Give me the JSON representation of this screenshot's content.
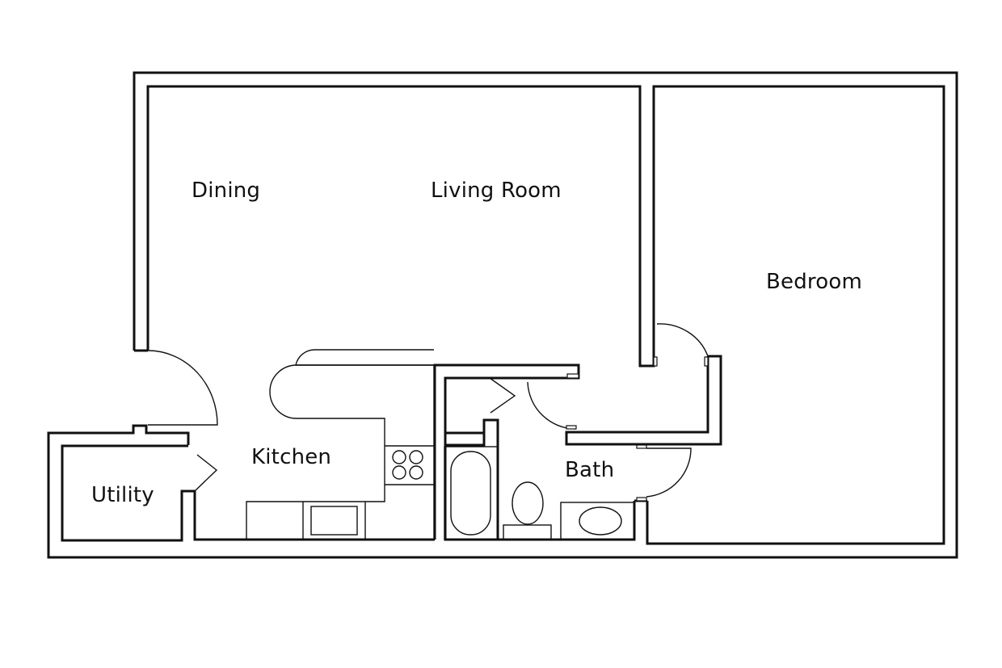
{
  "diagram": {
    "type": "floor-plan",
    "line_color": "#111111",
    "background": "#ffffff"
  },
  "rooms": {
    "dining": {
      "label": "Dining"
    },
    "living_room": {
      "label": "Living Room"
    },
    "bedroom": {
      "label": "Bedroom"
    },
    "kitchen": {
      "label": "Kitchen"
    },
    "bath": {
      "label": "Bath"
    },
    "utility": {
      "label": "Utility"
    }
  },
  "fixtures": {
    "stove": {
      "burners": 4
    },
    "sink": "kitchen-sink",
    "bathtub": "bathtub",
    "toilet": "toilet",
    "vanity": "bathroom-sink"
  }
}
